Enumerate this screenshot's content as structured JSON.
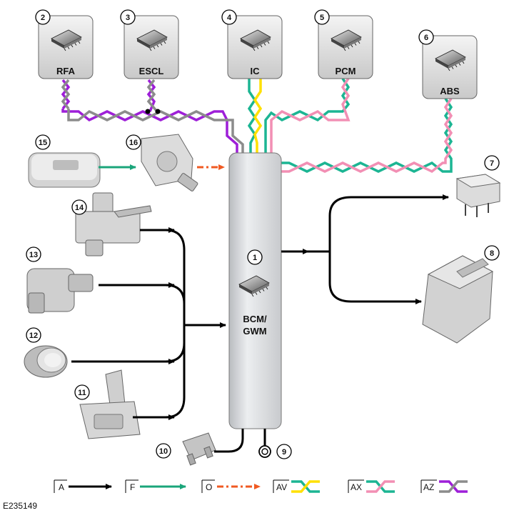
{
  "modules": {
    "rfa": "RFA",
    "escl": "ESCL",
    "ic": "IC",
    "pcm": "PCM",
    "abs": "ABS",
    "bcm_line1": "BCM/",
    "bcm_line2": "GWM"
  },
  "callouts": [
    "1",
    "2",
    "3",
    "4",
    "5",
    "6",
    "7",
    "8",
    "9",
    "10",
    "11",
    "12",
    "13",
    "14",
    "15",
    "16"
  ],
  "legend": [
    {
      "code": "A",
      "style": "black arrow"
    },
    {
      "code": "F",
      "style": "green arrow"
    },
    {
      "code": "O",
      "style": "orange dash-dot arrow"
    },
    {
      "code": "AV",
      "style": "twisted pair teal/yellow"
    },
    {
      "code": "AX",
      "style": "twisted pair teal/pink"
    },
    {
      "code": "AZ",
      "style": "twisted pair purple/grey"
    }
  ],
  "colors": {
    "teal": "#1cb593",
    "yellow": "#ffe000",
    "pink": "#f28fb4",
    "purple": "#9e1fd8",
    "grey": "#8c8c8c",
    "orange": "#f05a22",
    "green": "#1aa57a",
    "black": "#000000"
  },
  "reference": "E235149"
}
